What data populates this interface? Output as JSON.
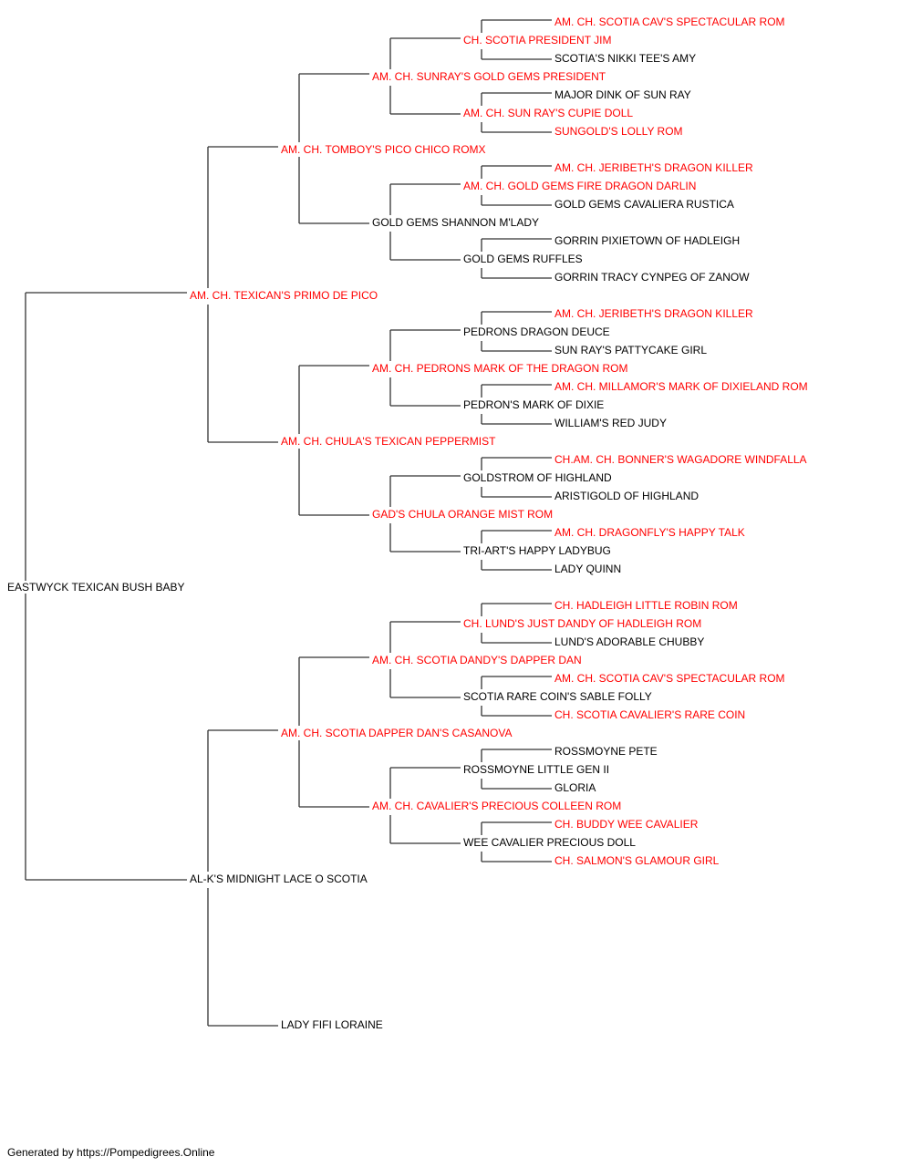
{
  "colors": {
    "champion": "#ff0000",
    "regular": "#000000",
    "line": "#333333"
  },
  "subject": {
    "name": "EASTWYCK TEXICAN BUSH BABY",
    "champion": false
  },
  "sire": {
    "name": "AM. CH. TEXICAN'S PRIMO DE PICO",
    "champion": true
  },
  "dam": {
    "name": "AL-K'S MIDNIGHT LACE O SCOTIA",
    "champion": false
  },
  "grandparents": [
    {
      "name": "AM. CH. TOMBOY'S PICO CHICO ROMX",
      "champion": true
    },
    {
      "name": "AM. CH. CHULA'S TEXICAN PEPPERMIST",
      "champion": true
    },
    {
      "name": "AM. CH. SCOTIA DAPPER DAN'S CASANOVA",
      "champion": true
    },
    {
      "name": "LADY FIFI LORAINE",
      "champion": false
    }
  ],
  "great_grandparents": [
    {
      "name": "AM. CH. SUNRAY'S GOLD GEMS PRESIDENT",
      "champion": true
    },
    {
      "name": "GOLD GEMS SHANNON M'LADY",
      "champion": false
    },
    {
      "name": "AM. CH. PEDRONS MARK OF THE DRAGON ROM",
      "champion": true
    },
    {
      "name": "GAD'S CHULA ORANGE MIST ROM",
      "champion": true
    },
    {
      "name": "AM. CH. SCOTIA DANDY'S DAPPER DAN",
      "champion": true
    },
    {
      "name": "AM. CH. CAVALIER'S PRECIOUS COLLEEN ROM",
      "champion": true
    }
  ],
  "gen4": [
    {
      "name": "CH. SCOTIA PRESIDENT JIM",
      "champion": true
    },
    {
      "name": "AM. CH. SUN RAY'S CUPIE DOLL",
      "champion": true
    },
    {
      "name": "AM. CH. GOLD GEMS FIRE DRAGON DARLIN",
      "champion": true
    },
    {
      "name": "GOLD GEMS RUFFLES",
      "champion": false
    },
    {
      "name": "PEDRONS DRAGON DEUCE",
      "champion": false
    },
    {
      "name": "PEDRON'S MARK OF DIXIE",
      "champion": false
    },
    {
      "name": "GOLDSTROM OF HIGHLAND",
      "champion": false
    },
    {
      "name": "TRI-ART'S HAPPY LADYBUG",
      "champion": false
    },
    {
      "name": "CH. LUND'S JUST DANDY OF HADLEIGH ROM",
      "champion": true
    },
    {
      "name": "SCOTIA RARE COIN'S SABLE FOLLY",
      "champion": false
    },
    {
      "name": "ROSSMOYNE LITTLE GEN II",
      "champion": false
    },
    {
      "name": "WEE CAVALIER PRECIOUS DOLL",
      "champion": false
    }
  ],
  "gen5": [
    {
      "name": "AM. CH. SCOTIA CAV'S SPECTACULAR ROM",
      "champion": true
    },
    {
      "name": "SCOTIA'S NIKKI TEE'S AMY",
      "champion": false
    },
    {
      "name": "MAJOR DINK OF SUN RAY",
      "champion": false
    },
    {
      "name": "SUNGOLD'S LOLLY ROM",
      "champion": true
    },
    {
      "name": "AM. CH. JERIBETH'S DRAGON KILLER",
      "champion": true
    },
    {
      "name": "GOLD GEMS CAVALIERA RUSTICA",
      "champion": false
    },
    {
      "name": "GORRIN PIXIETOWN OF HADLEIGH",
      "champion": false
    },
    {
      "name": "GORRIN TRACY CYNPEG OF ZANOW",
      "champion": false
    },
    {
      "name": "AM. CH. JERIBETH'S DRAGON KILLER",
      "champion": true
    },
    {
      "name": "SUN RAY'S PATTYCAKE GIRL",
      "champion": false
    },
    {
      "name": "AM. CH. MILLAMOR'S MARK OF DIXIELAND ROM",
      "champion": true
    },
    {
      "name": "WILLIAM'S RED JUDY",
      "champion": false
    },
    {
      "name": "CH.AM. CH. BONNER'S WAGADORE WINDFALLA",
      "champion": true
    },
    {
      "name": "ARISTIGOLD OF HIGHLAND",
      "champion": false
    },
    {
      "name": "AM. CH. DRAGONFLY'S HAPPY TALK",
      "champion": true
    },
    {
      "name": "LADY QUINN",
      "champion": false
    },
    {
      "name": "CH. HADLEIGH LITTLE ROBIN ROM",
      "champion": true
    },
    {
      "name": "LUND'S ADORABLE CHUBBY",
      "champion": false
    },
    {
      "name": "AM. CH. SCOTIA CAV'S SPECTACULAR ROM",
      "champion": true
    },
    {
      "name": "CH. SCOTIA CAVALIER'S RARE COIN",
      "champion": true
    },
    {
      "name": "ROSSMOYNE PETE",
      "champion": false
    },
    {
      "name": "GLORIA",
      "champion": false
    },
    {
      "name": "CH. BUDDY WEE CAVALIER",
      "champion": true
    },
    {
      "name": "CH. SALMON'S GLAMOUR GIRL",
      "champion": true
    }
  ],
  "footer": "Generated by https://Pompedigrees.Online"
}
